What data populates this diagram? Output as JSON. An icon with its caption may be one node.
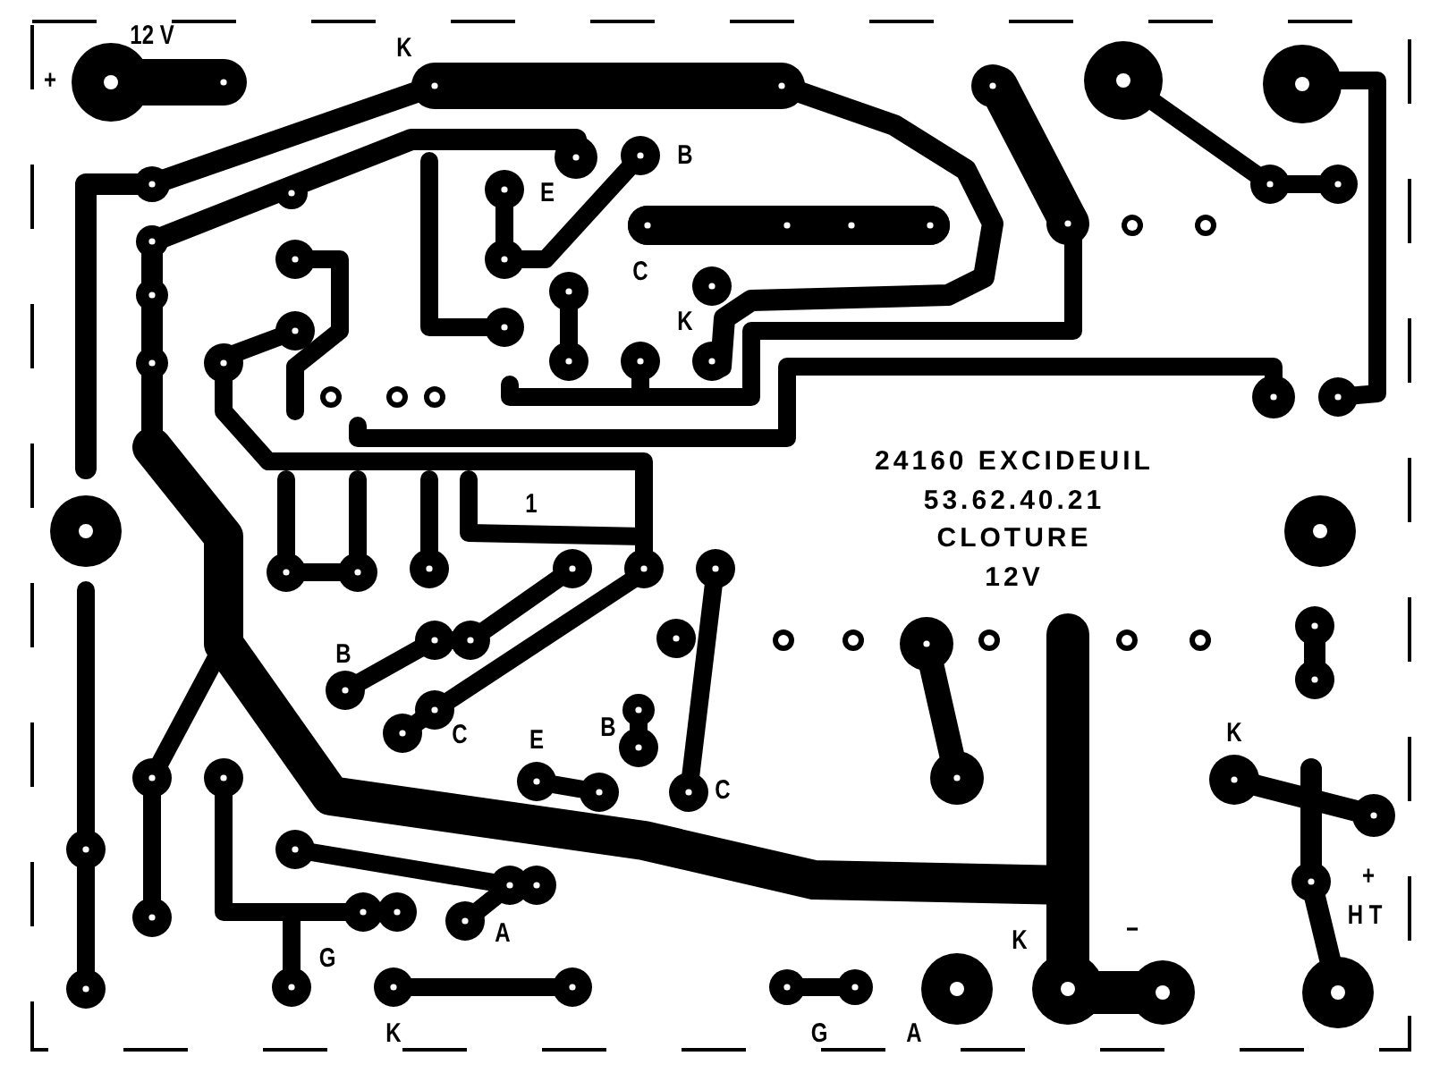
{
  "diagram": {
    "labels": [
      "12 V",
      "K",
      "+",
      "B",
      "E",
      "C",
      "K",
      "24160 EXCIDEUIL",
      "53.62.40.21",
      "1",
      "CLOTURE",
      "12V",
      "B",
      "K",
      "C",
      "E",
      "B",
      "C",
      "+",
      "H T",
      "−",
      "A",
      "K",
      "G",
      "K",
      "G",
      "A"
    ]
  }
}
